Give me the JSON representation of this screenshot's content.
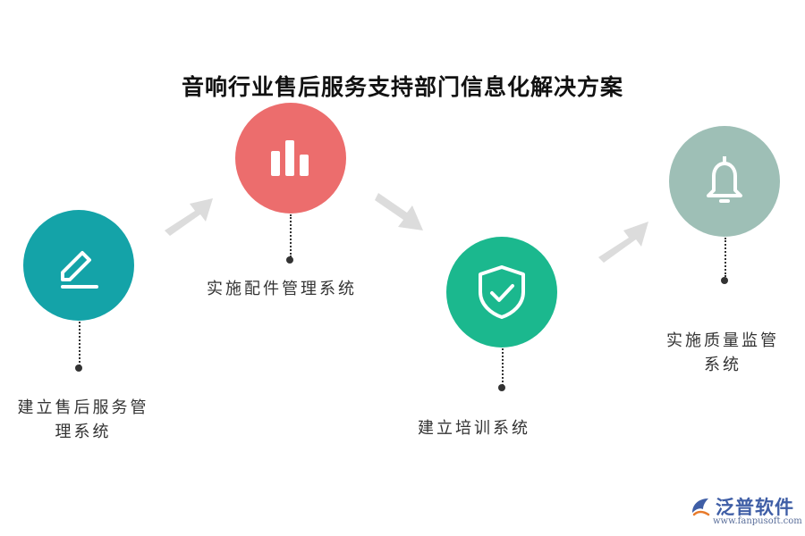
{
  "title": "音响行业售后服务支持部门信息化解决方案",
  "steps": [
    {
      "label_line1": "建立售后服务管",
      "label_line2": "理系统",
      "icon": "pencil-icon",
      "color": "#14a3a8"
    },
    {
      "label_line1": "实施配件管理系统",
      "label_line2": "",
      "icon": "bar-chart-icon",
      "color": "#ec6d6d"
    },
    {
      "label_line1": "建立培训系统",
      "label_line2": "",
      "icon": "shield-check-icon",
      "color": "#1bb88e"
    },
    {
      "label_line1": "实施质量监管",
      "label_line2": "系统",
      "icon": "bell-icon",
      "color": "#9ebfb6"
    }
  ],
  "arrow_color": "#dcdcdc",
  "logo": {
    "text": "泛普软件",
    "url": "www.fanpusoft.com"
  }
}
